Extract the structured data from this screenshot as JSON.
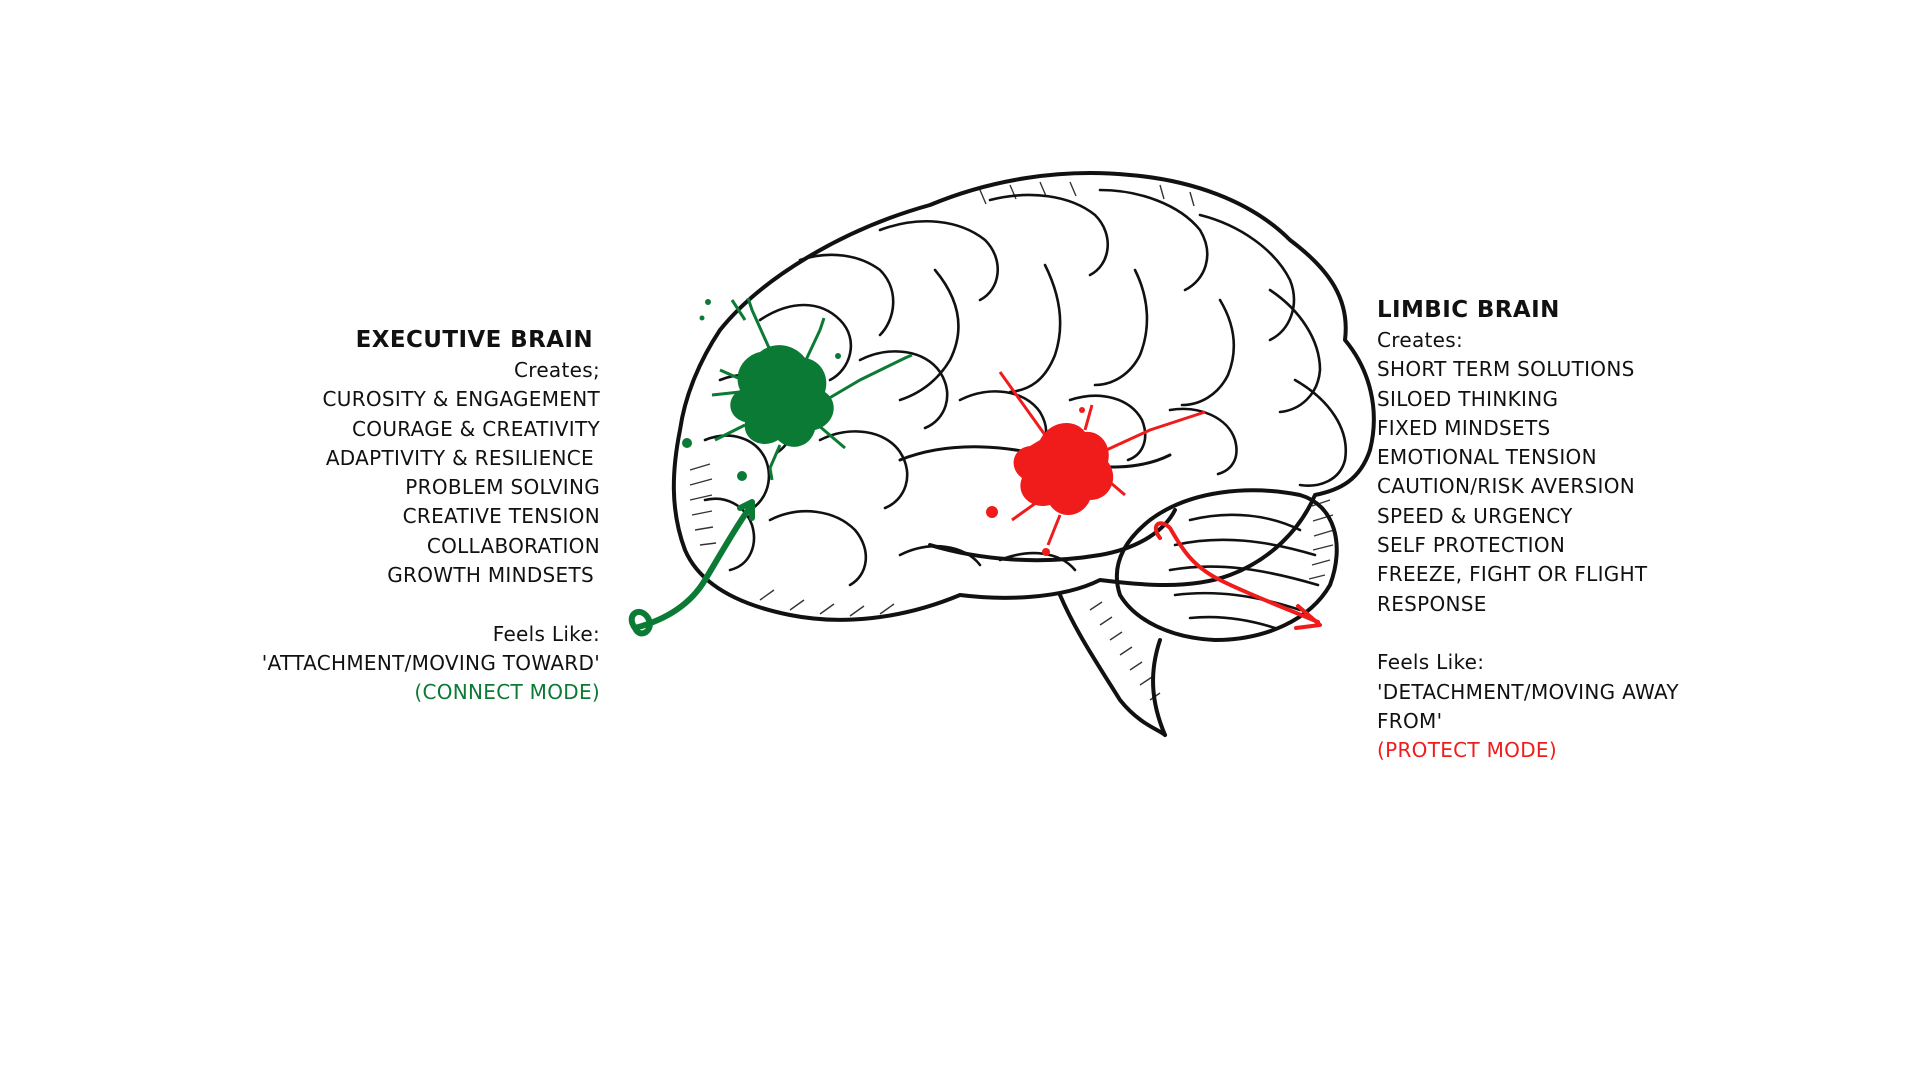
{
  "executive": {
    "title": "EXECUTIVE BRAIN",
    "creates_label": "Creates;",
    "items": [
      "CUROSITY & ENGAGEMENT",
      "COURAGE & CREATIVITY",
      "ADAPTIVITY & RESILIENCE",
      "PROBLEM SOLVING",
      "CREATIVE TENSION",
      "COLLABORATION",
      "GROWTH MINDSETS"
    ],
    "feels_label": "Feels Like:",
    "feels_value": "'ATTACHMENT/MOVING TOWARD'",
    "mode": "(CONNECT MODE)",
    "color": "#0b7a35"
  },
  "limbic": {
    "title": "LIMBIC BRAIN",
    "creates_label": "Creates:",
    "items": [
      "SHORT TERM SOLUTIONS",
      "SILOED THINKING",
      "FIXED MINDSETS",
      "EMOTIONAL TENSION",
      "CAUTION/RISK AVERSION",
      "SPEED & URGENCY",
      "SELF PROTECTION",
      "FREEZE, FIGHT OR FLIGHT",
      "RESPONSE"
    ],
    "feels_label": "Feels Like:",
    "feels_value_line1": "'DETACHMENT/MOVING AWAY",
    "feels_value_line2": "FROM'",
    "mode": "(PROTECT MODE)",
    "color": "#f01c1c"
  },
  "illustration": {
    "subject": "brain-illustration",
    "ink_color": "#111111"
  }
}
